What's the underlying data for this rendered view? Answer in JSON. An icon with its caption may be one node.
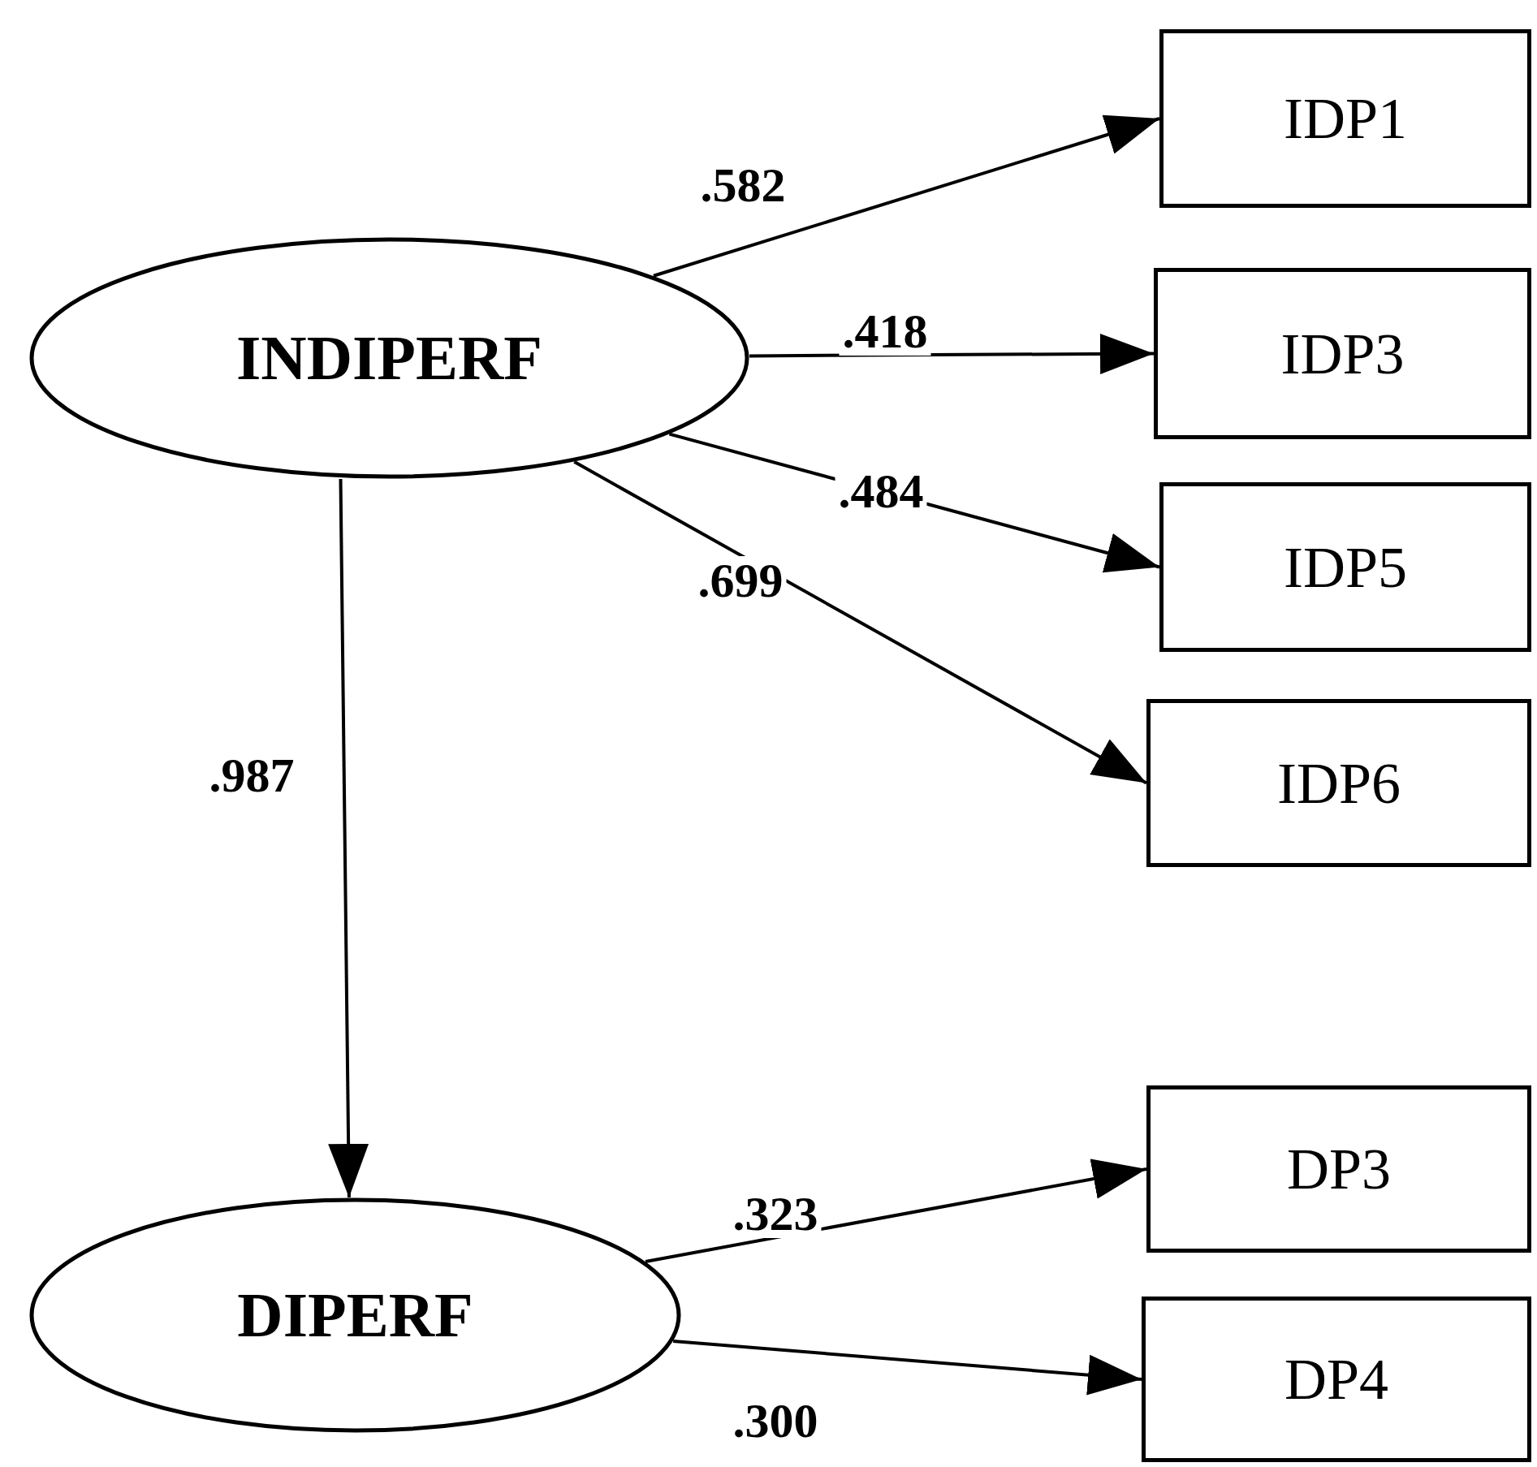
{
  "diagram": {
    "nodes": [
      {
        "text": [
          "INDIPERF"
        ]
      },
      {
        "text": [
          "IDP1"
        ]
      },
      {
        "text": [
          "IDP3"
        ]
      },
      {
        "text": [
          "IDP5"
        ]
      },
      {
        "text": [
          "IDP6"
        ]
      },
      {
        "text": [
          "DIPERF"
        ]
      },
      {
        "text": [
          "DP3"
        ]
      },
      {
        "text": [
          "DP4"
        ]
      }
    ],
    "edges": [
      {
        "from": 0,
        "to": 1,
        "arrow": "to",
        "label": ".582"
      },
      {
        "from": 0,
        "to": 2,
        "arrow": "to",
        "label": ".418"
      },
      {
        "from": 0,
        "to": 3,
        "arrow": "to",
        "label": ".484"
      },
      {
        "from": 0,
        "to": 4,
        "arrow": "to",
        "label": ".699"
      },
      {
        "from": 0,
        "to": 5,
        "arrow": "to",
        "label": ".987"
      },
      {
        "from": 5,
        "to": 6,
        "arrow": "to",
        "label": ".323"
      },
      {
        "from": 5,
        "to": 7,
        "arrow": "to",
        "label": ".300"
      }
    ]
  }
}
